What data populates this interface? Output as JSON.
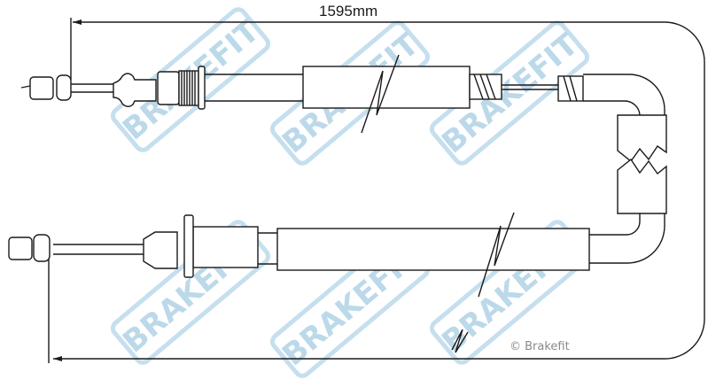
{
  "dimension": {
    "label": "1595mm"
  },
  "copyright": "© Brakefit",
  "watermark": {
    "text": "BRAKEFIT",
    "color": "#bcd9ea"
  }
}
